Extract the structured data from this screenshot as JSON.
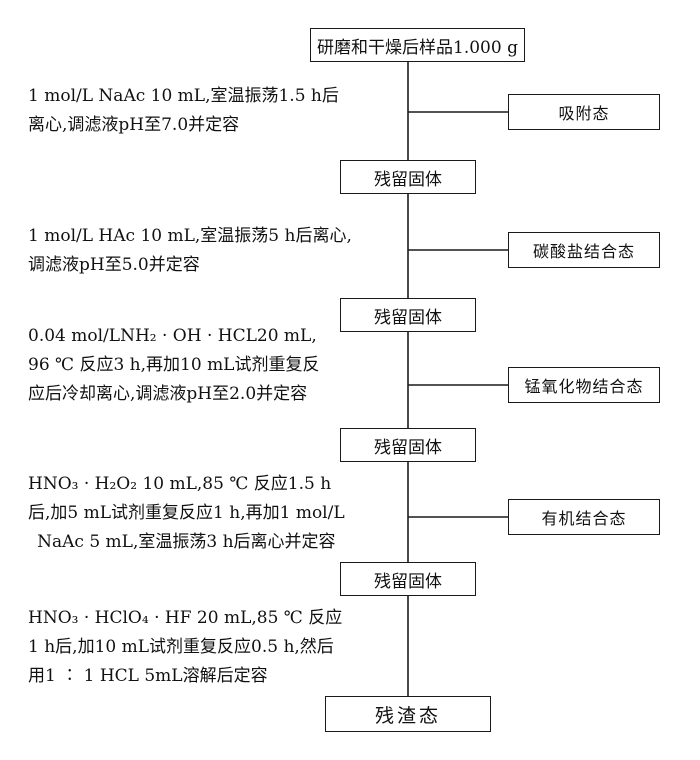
{
  "start": "研磨和干燥后样品1.000 g",
  "residue_label": "残留固体",
  "final": "残渣态",
  "fractions": [
    "吸附态",
    "碳酸盐结合态",
    "锰氧化物结合态",
    "有机结合态"
  ],
  "steps": [
    {
      "lines": [
        "1 mol/L NaAc 10 mL,室温振荡1.5 h后",
        "离心,调滤液pH至7.0并定容"
      ]
    },
    {
      "lines": [
        "1 mol/L HAc 10 mL,室温振荡5 h后离心,",
        "调滤液pH至5.0并定容"
      ]
    },
    {
      "lines": [
        "0.04 mol/LNH₂ · OH · HCL20 mL,",
        "96 ℃ 反应3 h,再加10 mL试剂重复反",
        "应后冷却离心,调滤液pH至2.0并定容"
      ]
    },
    {
      "lines": [
        "HNO₃ · H₂O₂ 10 mL,85 ℃ 反应1.5 h",
        "后,加5 mL试剂重复反应1 h,再加1 mol/L",
        "NaAc 5 mL,室温振荡3 h后离心并定容"
      ]
    },
    {
      "lines": [
        "HNO₃ · HClO₄ · HF 20 mL,85 ℃ 反应",
        "1 h后,加10 mL试剂重复反应0.5 h,然后",
        "用1 ∶ 1 HCL 5mL溶解后定容"
      ]
    }
  ]
}
